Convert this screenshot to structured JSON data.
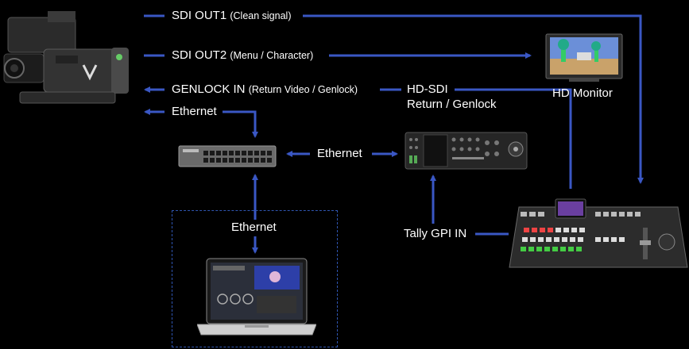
{
  "labels": {
    "sdi_out1": "SDI OUT1",
    "sdi_out1_note": "(Clean signal)",
    "sdi_out2": "SDI OUT2",
    "sdi_out2_note": "(Menu / Character)",
    "genlock_in": "GENLOCK IN",
    "genlock_in_note": "(Return Video / Genlock)",
    "hd_sdi_line1": "HD-SDI",
    "hd_sdi_line2": "Return / Genlock",
    "ethernet_camera": "Ethernet",
    "ethernet_switch_rcp": "Ethernet",
    "ethernet_laptop": "Ethernet",
    "hd_monitor": "HD Monitor",
    "tally_gpi_in": "Tally GPI IN"
  },
  "devices": [
    {
      "name": "cinema-camera-icon"
    },
    {
      "name": "network-switch-icon"
    },
    {
      "name": "remote-control-panel-icon"
    },
    {
      "name": "hd-monitor-icon"
    },
    {
      "name": "video-switcher-icon"
    },
    {
      "name": "laptop-icon"
    }
  ],
  "colors": {
    "background": "#000000",
    "connector": "#3a57c4",
    "text": "#ffffff",
    "dashed_box": "#2f55b0"
  }
}
